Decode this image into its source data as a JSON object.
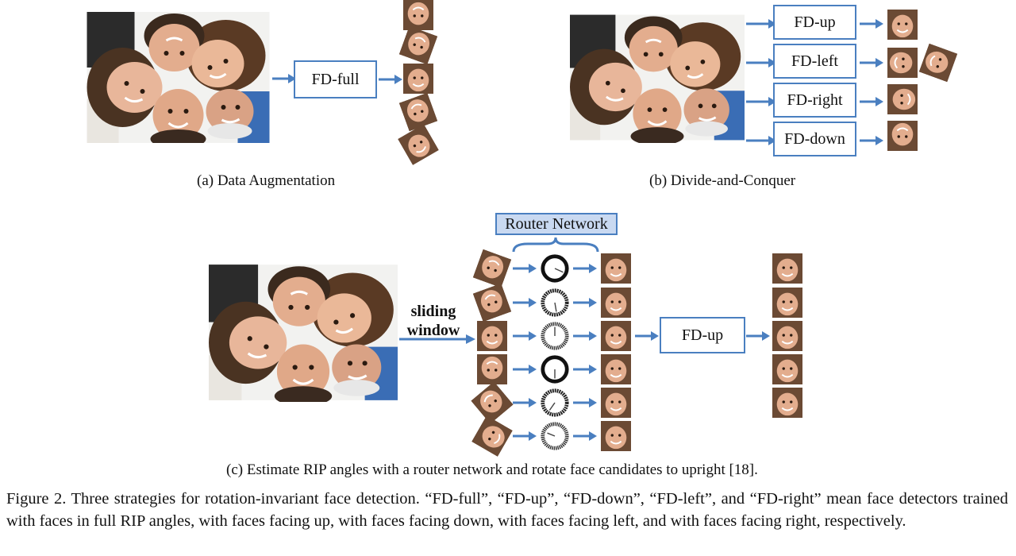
{
  "panel_a": {
    "box_label": "FD-full",
    "caption": "(a) Data Augmentation"
  },
  "panel_b": {
    "boxes": [
      "FD-up",
      "FD-left",
      "FD-right",
      "FD-down"
    ],
    "caption": "(b) Divide-and-Conquer"
  },
  "panel_c": {
    "router_label": "Router Network",
    "sliding_line1": "sliding",
    "sliding_line2": "window",
    "box_label": "FD-up",
    "caption": "(c) Estimate RIP angles with a router network and rotate face candidates to upright [18]."
  },
  "figure_caption": "Figure 2. Three strategies for rotation-invariant face detection. “FD-full”, “FD-up”, “FD-down”, “FD-left”, and “FD-right” mean face detectors trained with faces in full RIP angles, with faces facing up, with faces facing down, with faces facing left, and with faces facing right, respectively.",
  "colors": {
    "accent": "#4a7fc0",
    "router_fill": "#c9d9f1"
  },
  "icons": {
    "arrow": "right-arrow-icon",
    "dial": "rotation-dial-icon"
  }
}
